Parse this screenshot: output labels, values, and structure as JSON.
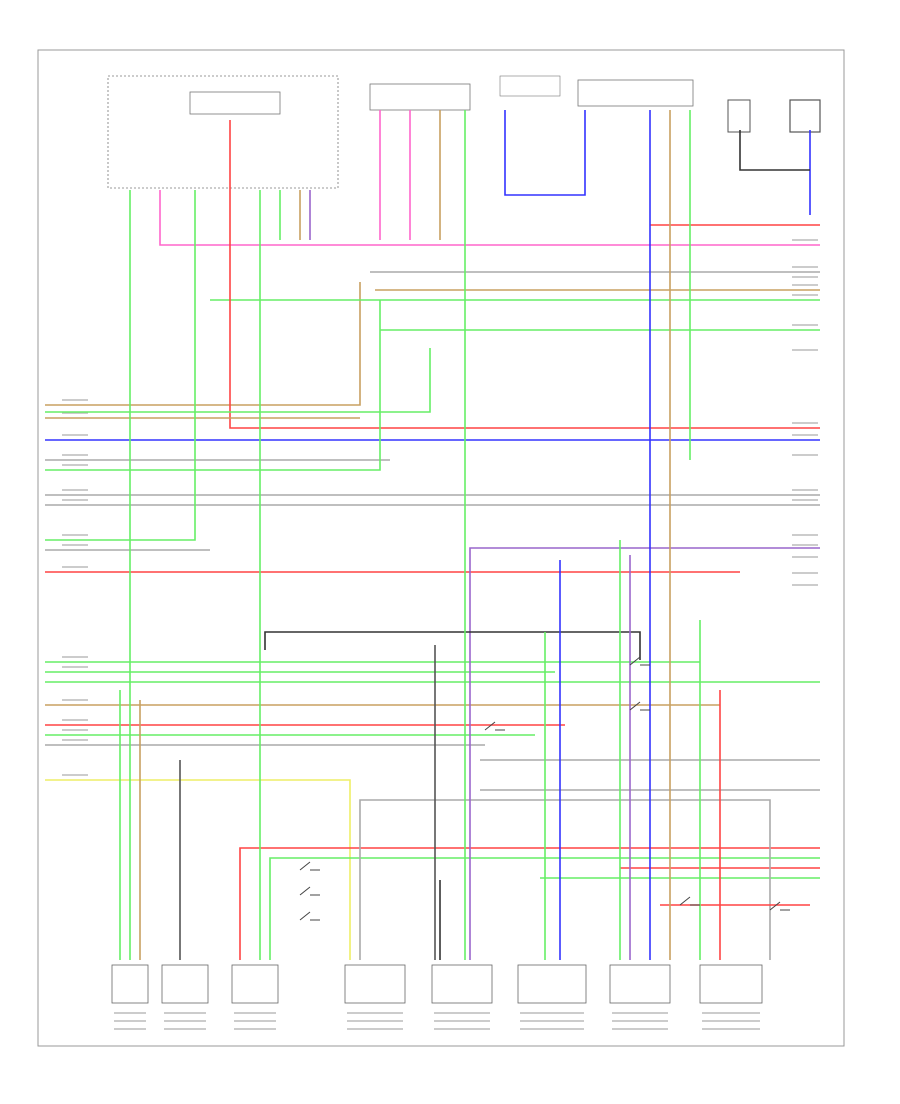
{
  "diagram": {
    "page_number": "",
    "legible_text": []
  },
  "colors": {
    "frame": "#888888",
    "pink": "#ff66cc",
    "red": "#ff4444",
    "blue": "#3333ff",
    "green": "#66ee66",
    "tan": "#c8a060",
    "gray": "#aaaaaa",
    "darkgray": "#555555",
    "purple": "#9966cc",
    "yellow": "#eeee66",
    "black": "#333333"
  },
  "wires": [
    {
      "id": "pink-top",
      "color": "pink"
    },
    {
      "id": "red-top",
      "color": "red"
    },
    {
      "id": "gray-bus-1",
      "color": "gray"
    },
    {
      "id": "tan-bus-1",
      "color": "tan"
    },
    {
      "id": "tan-bus-2",
      "color": "tan"
    },
    {
      "id": "green-bus-1",
      "color": "green"
    },
    {
      "id": "green-bus-2",
      "color": "green"
    },
    {
      "id": "red-mid",
      "color": "red"
    },
    {
      "id": "green-mid",
      "color": "green"
    },
    {
      "id": "tan-mid",
      "color": "tan"
    },
    {
      "id": "blue-main",
      "color": "blue"
    },
    {
      "id": "gray-mid-1",
      "color": "gray"
    },
    {
      "id": "green-mid-2",
      "color": "green"
    },
    {
      "id": "gray-mid-2",
      "color": "gray"
    },
    {
      "id": "gray-mid-3",
      "color": "gray"
    },
    {
      "id": "green-left",
      "color": "green"
    },
    {
      "id": "gray-left",
      "color": "gray"
    },
    {
      "id": "red-left",
      "color": "red"
    },
    {
      "id": "green-low-1",
      "color": "green"
    },
    {
      "id": "green-low-2",
      "color": "green"
    },
    {
      "id": "green-low-3",
      "color": "green"
    },
    {
      "id": "tan-low",
      "color": "tan"
    },
    {
      "id": "red-low",
      "color": "red"
    },
    {
      "id": "green-low-4",
      "color": "green"
    },
    {
      "id": "gray-low",
      "color": "gray"
    },
    {
      "id": "yellow-low",
      "color": "yellow"
    },
    {
      "id": "gray-right-1",
      "color": "gray"
    },
    {
      "id": "gray-right-2",
      "color": "gray"
    },
    {
      "id": "red-bot-1",
      "color": "red"
    },
    {
      "id": "green-bot-1",
      "color": "green"
    },
    {
      "id": "red-bot-2",
      "color": "red"
    },
    {
      "id": "green-bot-2",
      "color": "green"
    },
    {
      "id": "gray-bot",
      "color": "gray"
    },
    {
      "id": "red-bot-3",
      "color": "red"
    },
    {
      "id": "purple-h",
      "color": "purple"
    },
    {
      "id": "black-box",
      "color": "black"
    }
  ],
  "components": [
    {
      "id": "top-module-left"
    },
    {
      "id": "top-connector-1"
    },
    {
      "id": "top-connector-2"
    },
    {
      "id": "top-connector-3"
    },
    {
      "id": "top-sensor-1"
    },
    {
      "id": "top-sensor-2"
    },
    {
      "id": "bottom-component-1"
    },
    {
      "id": "bottom-component-2"
    },
    {
      "id": "bottom-component-3"
    },
    {
      "id": "bottom-component-4"
    },
    {
      "id": "bottom-component-5"
    },
    {
      "id": "bottom-component-6"
    },
    {
      "id": "bottom-component-7"
    },
    {
      "id": "bottom-component-8"
    }
  ]
}
